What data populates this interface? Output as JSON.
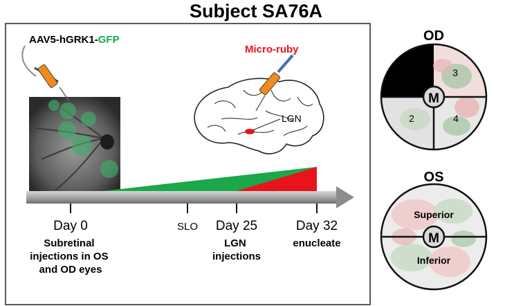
{
  "title": "Subject SA76A",
  "vector": {
    "prefix": "AAV5-hGRK1-",
    "gfp": "GFP"
  },
  "tracer": "Micro-ruby",
  "brain_label": "LGN",
  "timeline": {
    "milestones": [
      {
        "day": "Day 0",
        "desc": [
          "Subretinal",
          "injections in OS",
          "and OD eyes"
        ]
      },
      {
        "day": "SLO",
        "desc": []
      },
      {
        "day": "Day 25",
        "desc": [
          "LGN",
          "injections"
        ]
      },
      {
        "day": "Day 32",
        "desc": [
          "enucleate"
        ]
      }
    ]
  },
  "od": {
    "title": "OD",
    "center": "M",
    "quadrants": [
      "3",
      "2",
      "4"
    ]
  },
  "os": {
    "title": "OS",
    "center": "M",
    "superior": "Superior",
    "inferior": "Inferior"
  },
  "colors": {
    "green": "#1aa84a",
    "red": "#e8141b",
    "syringe_orange": "#f08a1c",
    "syringe_blue": "#3f6fb5"
  }
}
